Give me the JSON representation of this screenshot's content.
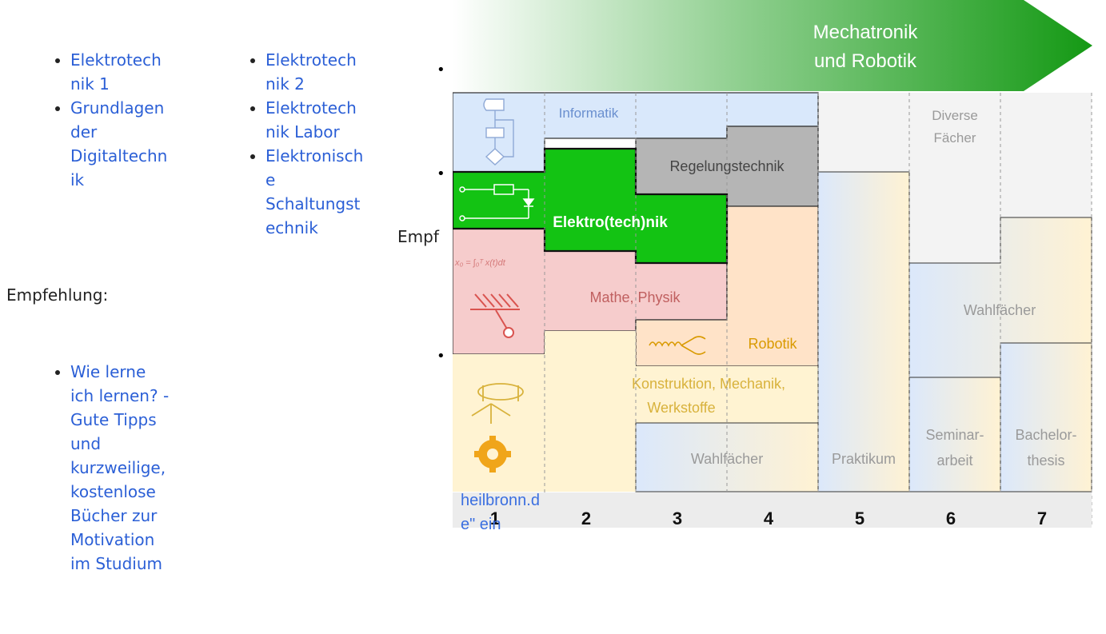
{
  "col1_items": [
    "Elektrotech\nnik 1",
    "Grundlagen\nder\nDigitaltechn\nik"
  ],
  "col2_items": [
    "Elektrotech\nnik 2",
    "Elektrotech\nnik Labor",
    "Elektronisch\ne\nSchaltungst\nechnik"
  ],
  "recommend_label": "Empfehlung:",
  "recommend_label_clipped": "Empf",
  "recommend_items": [
    "Wie lerne\nich lernen? -\nGute Tipps\nund\nkurzweilige,\nkostenlose\nBücher zur\nMotivation\nim Studium"
  ],
  "overflow_link_text": [
    "heilbronn.d",
    "e\" ein"
  ],
  "diagram": {
    "arrow_title": [
      "Mechatronik",
      "und Robotik"
    ],
    "blocks": {
      "informatik": "Informatik",
      "diverse": [
        "Diverse",
        "Fächer"
      ],
      "regelung": "Regelungstechnik",
      "elektro": "Elektro(tech)nik",
      "mathe": "Mathe, Physik",
      "robotik": "Robotik",
      "konstruktion": [
        "Konstruktion, Mechanik,",
        "Werkstoffe"
      ],
      "wahl_34": "Wahlfächer",
      "praktikum": "Praktikum",
      "wahl_67": "Wahlfächer",
      "seminar": [
        "Seminar-",
        "arbeit"
      ],
      "bachelor": [
        "Bachelor-",
        "thesis"
      ]
    },
    "formula": "x₀ = ∫₀ᵀ x(t)dt",
    "semesters": [
      "1",
      "2",
      "3",
      "4",
      "5",
      "6",
      "7"
    ],
    "colors": {
      "arrow": "#1a9a1a",
      "elektro": "#13c313",
      "informatik": "#d9e8fb",
      "regelung": "#b5b5b5",
      "mathe": "#f6cccc",
      "konstruktion": "#fff3d2",
      "robotik": "#ffe3c8",
      "diverse": "#f3f3f3",
      "wahl": "#dde9fa"
    }
  }
}
